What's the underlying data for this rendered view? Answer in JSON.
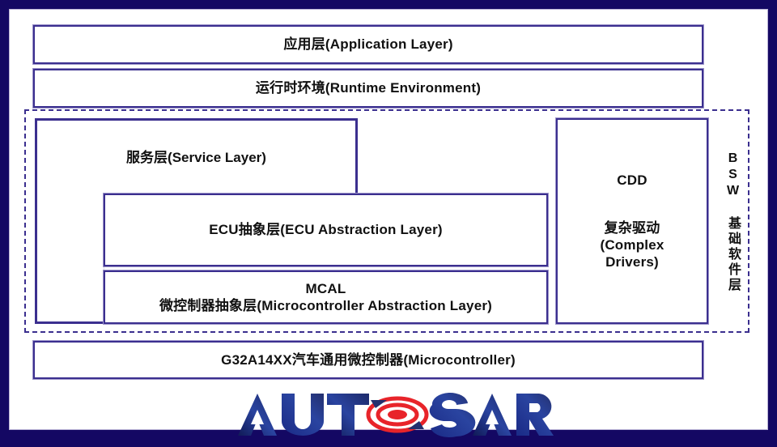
{
  "diagram": {
    "title": "AUTOSAR Architecture Layers",
    "frame_color": "#140863",
    "box_border_color": "#3b2f8f",
    "box_fill_color": "#ffffff",
    "text_color": "#111111"
  },
  "layers": {
    "application": "应用层(Application Layer)",
    "rte": "运行时环境(Runtime Environment)",
    "service": "服务层(Service Layer)",
    "ecu_abstraction": "ECU抽象层(ECU Abstraction Layer)",
    "mcal": "MCAL\n微控制器抽象层(Microcontroller Abstraction Layer)",
    "microcontroller": "G32A14XX汽车通用微控制器(Microcontroller)"
  },
  "cdd": {
    "title": "CDD",
    "description": "复杂驱动\n(Complex\nDrivers)"
  },
  "bsw": {
    "vertical_label": "BSW 基础软件层"
  },
  "logo": {
    "text": "AUTOSAR",
    "part_1": "AUT",
    "part_2": "SAR",
    "mark": "o-ellipse-mark",
    "blue": "#2a3a8c",
    "blue_dark": "#1d2a6b",
    "red": "#e8242a"
  }
}
